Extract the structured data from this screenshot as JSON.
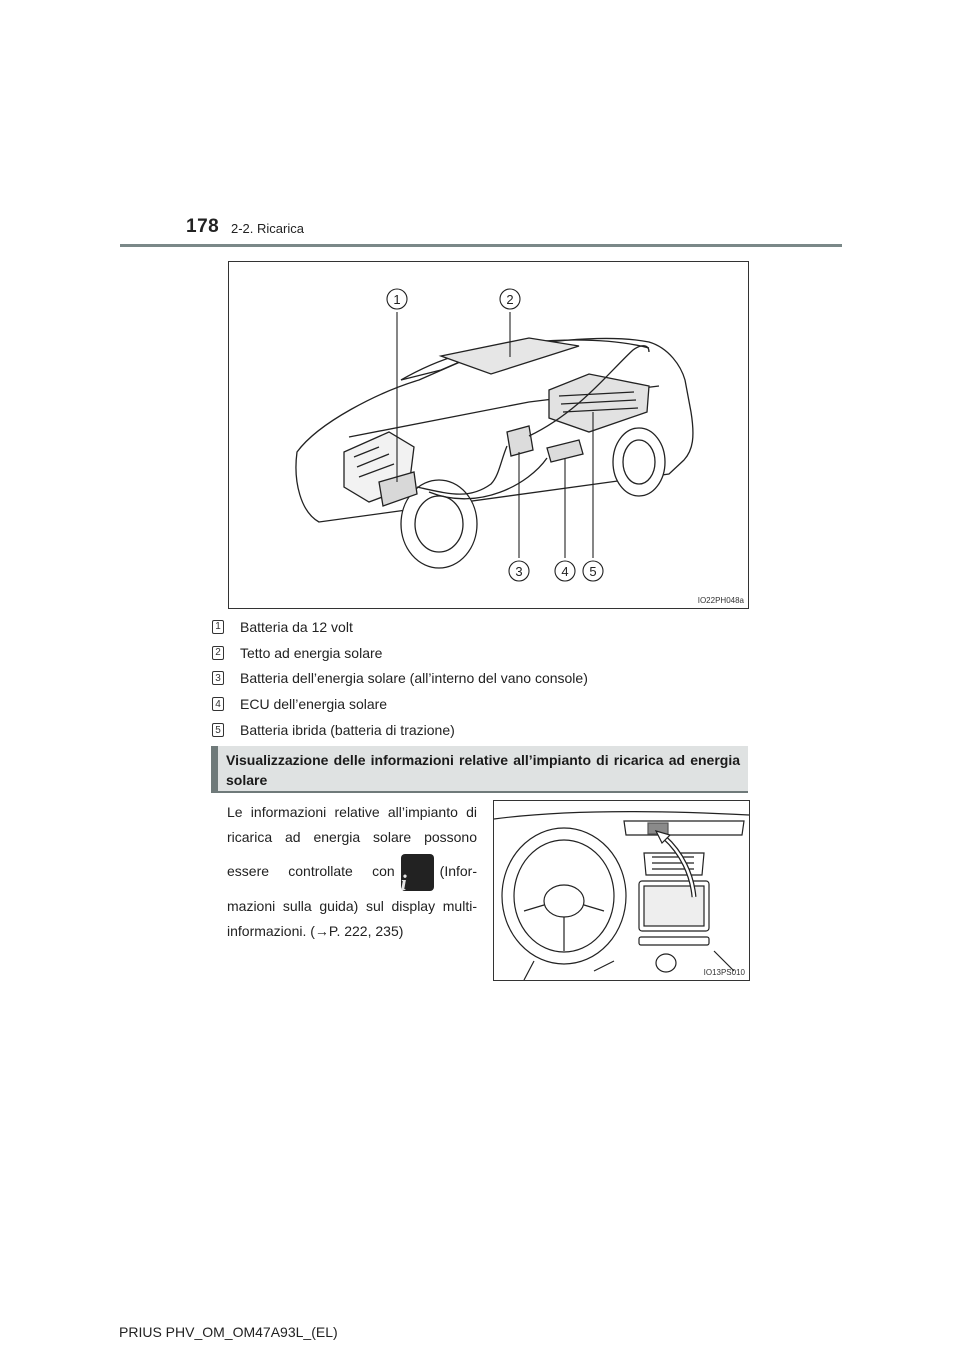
{
  "header": {
    "page_number": "178",
    "section": "2-2. Ricarica"
  },
  "figure1": {
    "code": "IO22PH048a",
    "callouts": [
      "1",
      "2",
      "3",
      "4",
      "5"
    ]
  },
  "legend": {
    "items": [
      {
        "num": "1",
        "label": "Batteria da 12 volt"
      },
      {
        "num": "2",
        "label": "Tetto ad energia solare"
      },
      {
        "num": "3",
        "label": "Batteria dell’energia solare (all’interno del vano console)"
      },
      {
        "num": "4",
        "label": "ECU dell’energia solare"
      },
      {
        "num": "5",
        "label": "Batteria ibrida (batteria di trazione)"
      }
    ]
  },
  "section_heading": "Visualizzazione delle informazioni relative all’impianto di ricarica ad energia solare",
  "body": {
    "line1": "Le informazioni relative all’impianto di",
    "line2": "ricarica ad energia solare possono",
    "line3_pre": "essere controllate con",
    "line3_post": "(Infor-",
    "line4": "mazioni sulla guida) sul display multi-",
    "line5": "informazioni. (→P. 222, 235)",
    "icon_glyph": "i"
  },
  "figure2": {
    "code": "IO13PS010"
  },
  "footer": {
    "text": "PRIUS PHV_OM_OM47A93L_(EL)"
  }
}
